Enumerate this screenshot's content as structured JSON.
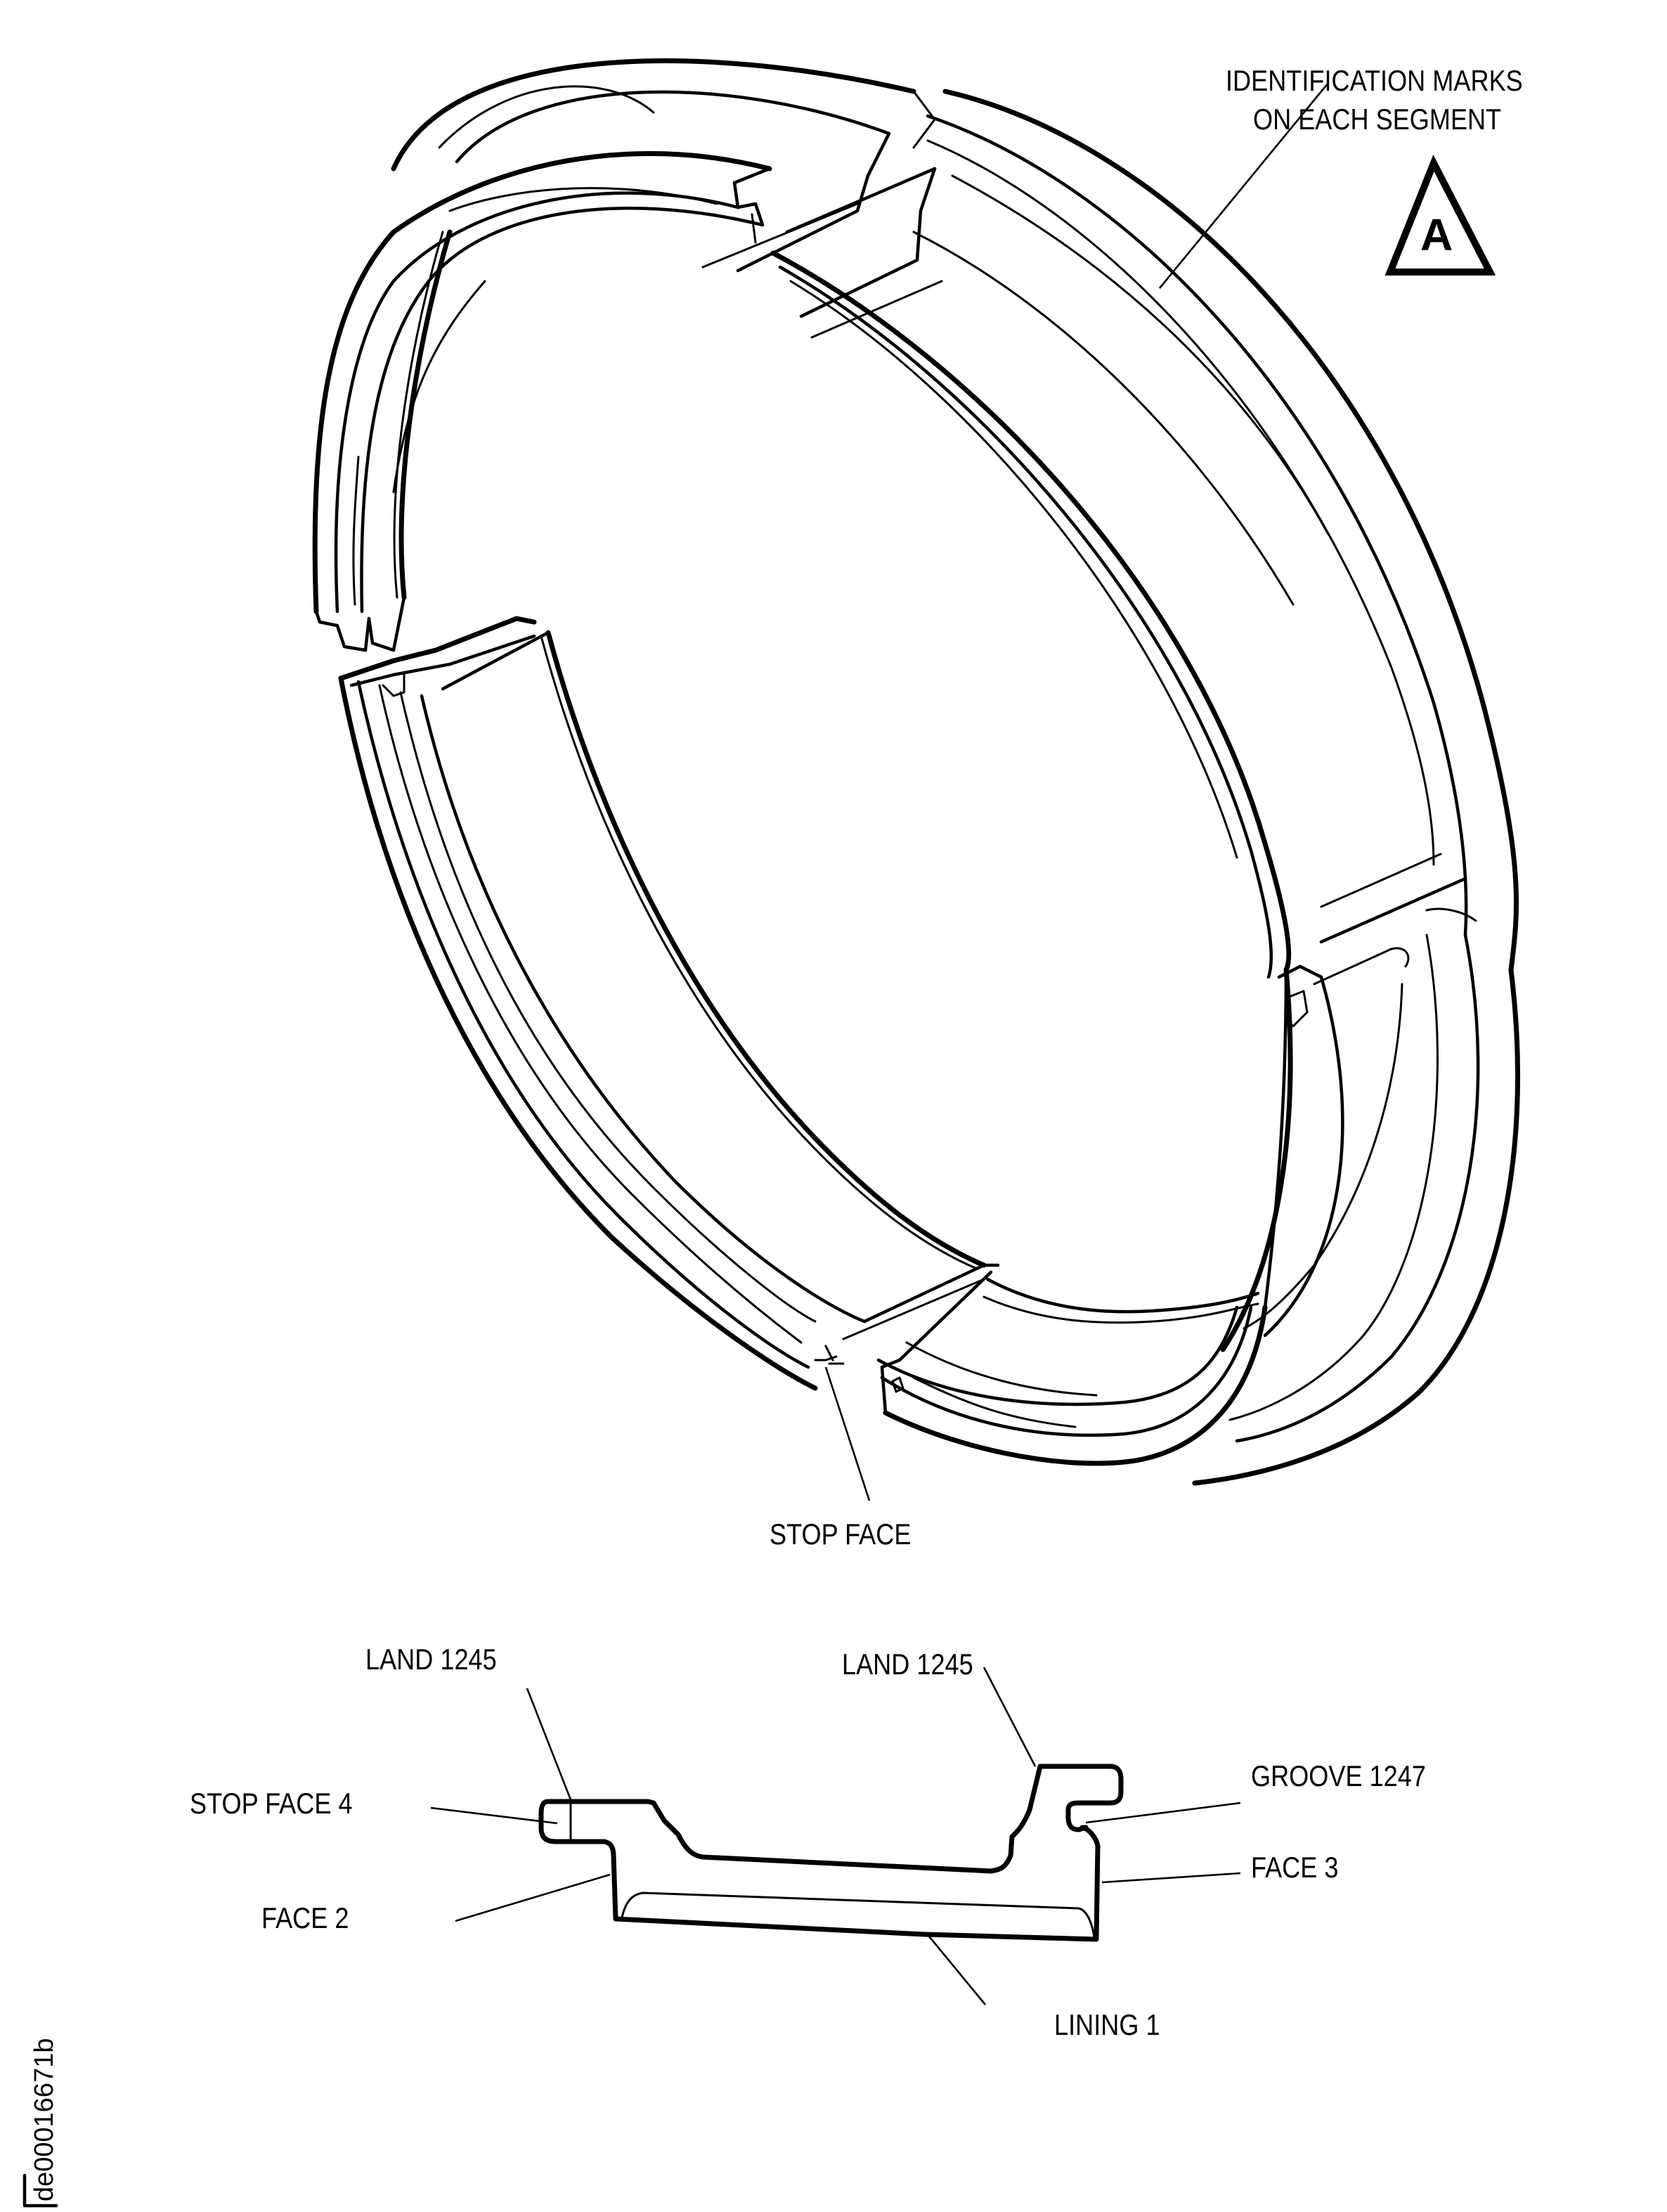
{
  "figure": {
    "type": "technical-illustration",
    "subject": "segmented ring assembly with profile cross-section",
    "colors": {
      "line": "#000000",
      "background": "#ffffff"
    }
  },
  "callouts": {
    "identification_marks": {
      "line1": "IDENTIFICATION MARKS",
      "line2": "ON EACH SEGMENT"
    },
    "marker_symbol": {
      "shape": "triangle",
      "letter": "A"
    },
    "stop_face": "STOP FACE"
  },
  "cross_section": {
    "labels": {
      "land_left": "LAND 1245",
      "land_right": "LAND 1245",
      "stop_face_4": "STOP FACE 4",
      "groove_1247": "GROOVE 1247",
      "face_2": "FACE 2",
      "face_3": "FACE 3",
      "lining_1": "LINING 1"
    }
  },
  "document_id": "de00016671b"
}
